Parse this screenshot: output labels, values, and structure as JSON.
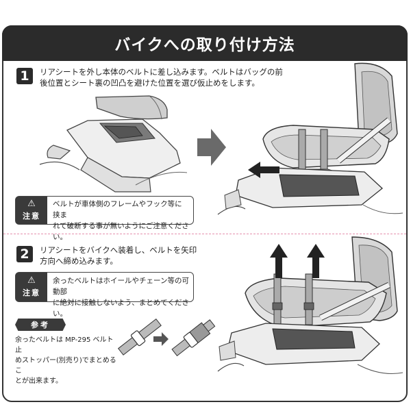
{
  "title": "バイクへの取り付け方法",
  "step1": {
    "number": "1",
    "text_line1": "リアシートを外し本体のベルトに差し込みます。ベルトはバッグの前",
    "text_line2": "後位置とシート裏の凹凸を避けた位置を選び仮止めをします。"
  },
  "caution1": {
    "label": "注意",
    "line1": "ベルトが車体側のフレームやフック等に挟ま",
    "line2": "れて破断する事が無いようにご注意ください。"
  },
  "step2": {
    "number": "2",
    "text_line1": "リアシートをバイクへ装着し、ベルトを矢印",
    "text_line2": "方向へ締め込みます。"
  },
  "caution2": {
    "label": "注意",
    "line1": "余ったベルトはホイールやチェーン等の可動部",
    "line2": "に絶対に接触しないよう、まとめてください。"
  },
  "reference": {
    "label": "参考",
    "line1": "余ったベルトは MP-295 ベルト止",
    "line2": "めストッパー(別売り)でまとめるこ",
    "line3": "とが出来ます。"
  },
  "icons": {
    "warning": "warning-triangle-icon",
    "arrow_right": "arrow-right-icon",
    "arrow_left": "arrow-left-icon",
    "arrow_up": "arrow-up-icon"
  },
  "colors": {
    "title_bg": "#2b2b2b",
    "divider": "#e58fae"
  }
}
